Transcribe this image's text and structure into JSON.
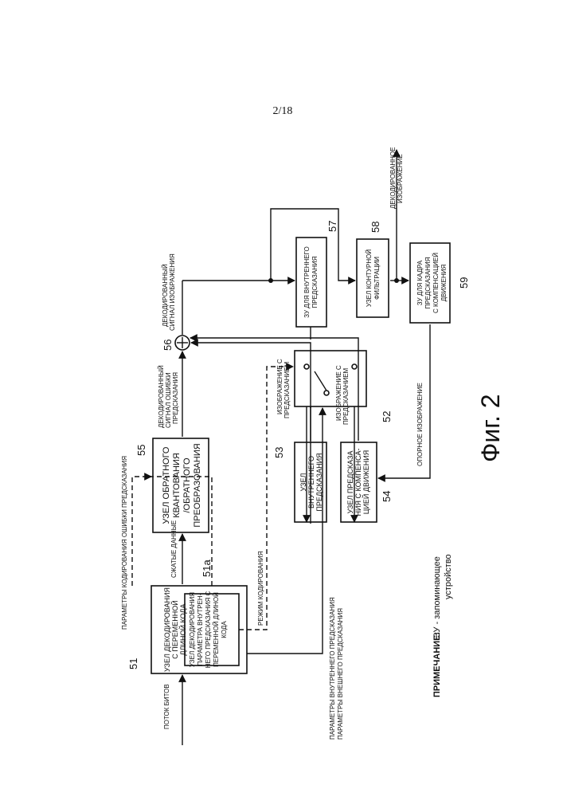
{
  "page": {
    "number": "2/18"
  },
  "figure_label": "Фиг. 2",
  "note": {
    "label": "ПРИМЕЧАНИЕ:",
    "text_line1": "ЗУ - запоминающее",
    "text_line2": "устройство"
  },
  "blocks": {
    "b51": {
      "ref": "51",
      "line1": "УЗЕЛ ДЕКОДИРОВАНИЯ",
      "line2": "С ПЕРЕМЕННОЙ",
      "line3": "ДЛИНОЙ КОДА"
    },
    "b51a": {
      "ref": "51a",
      "line1": "УЗЕЛ ДЕКОДИРОВАНИЯ",
      "line2": "ПАРАМЕТРА ВНУТРЕН-",
      "line3": "НЕГО ПРЕДСКАЗАНИЯ С",
      "line4": "ПЕРЕМЕННОЙ ДЛИНОЙ",
      "line5": "КОДА"
    },
    "b52": {
      "ref": "52"
    },
    "b53": {
      "ref": "53",
      "line1": "УЗЕЛ",
      "line2": "ВНУТРЕННЕГО",
      "line3": "ПРЕДСКАЗАНИЯ"
    },
    "b54": {
      "ref": "54",
      "line1": "УЗЕЛ ПРЕДСКАЗА",
      "line2": "НИЯ С КОМПЕНСА-",
      "line3": "ЦИЕЙ ДВИЖЕНИЯ"
    },
    "b55": {
      "ref": "55",
      "line1": "УЗЕЛ ОБРАТНОГО",
      "line2": "КВАНТОВАНИЯ",
      "line3": "/ОБРАТНОГО",
      "line4": "ПРЕОБРАЗОВАНИЯ"
    },
    "b56": {
      "ref": "56"
    },
    "b57": {
      "ref": "57",
      "line1": "ЗУ ДЛЯ ВНУТРЕННЕГО",
      "line2": "ПРЕДСКАЗАНИЯ"
    },
    "b58": {
      "ref": "58",
      "line1": "УЗЕЛ КОНТУРНОЙ",
      "line2": "ФИЛЬТРАЦИИ"
    },
    "b59": {
      "ref": "59",
      "line1": "ЗУ ДЛЯ КАДРА",
      "line2": "ПРЕДСКАЗАНИЯ",
      "line3": "С КОМПЕНСАЦИЕЙ",
      "line4": "ДВИЖЕНИЯ"
    }
  },
  "signals": {
    "bitstream": "ПОТОК БИТОВ",
    "compressed": "СЖАТЫЕ ДАННЫЕ",
    "pred_err_params": "ПАРАМЕТРЫ КОДИРОВАНИЯ ОШИБКИ ПРЕДСКАЗАНИЯ",
    "coding_mode": "РЕЖИМ КОДИРОВАНИЯ",
    "intra_params": "ПАРАМЕТРЫ ВНУТРЕННЕГО ПРЕДСКАЗАНИЯ",
    "inter_params": "ПАРАМЕТРЫ ВНЕШНЕГО ПРЕДСКАЗАНИЯ",
    "decoded_err_line1": "ДЕКОДИРОВАННЫЙ",
    "decoded_err_line2": "СИГНАЛ ОШИБКИ",
    "decoded_err_line3": "ПРЕДСКАЗАНИЯ",
    "decoded_img_line1": "ДЕКОДИРОВАННЫЙ",
    "decoded_img_line2": "СИГНАЛ ИЗОБРАЖЕНИЯ",
    "pred_img_intra_line1": "ИЗОБРАЖЕНИЕ С",
    "pred_img_intra_line2": "ПРЕДСКАЗАНИЕМ",
    "pred_img_mc_line1": "ИЗОБРАЖЕНИЕ С",
    "pred_img_mc_line2": "ПРЕДСКАЗАНИЕМ",
    "reference": "ОПОРНОЕ ИЗОБРАЖЕНИЕ",
    "output_line1": "ДЕКОДИРОВАННОЕ",
    "output_line2": "ИЗОБРАЖЕНИЕ"
  }
}
